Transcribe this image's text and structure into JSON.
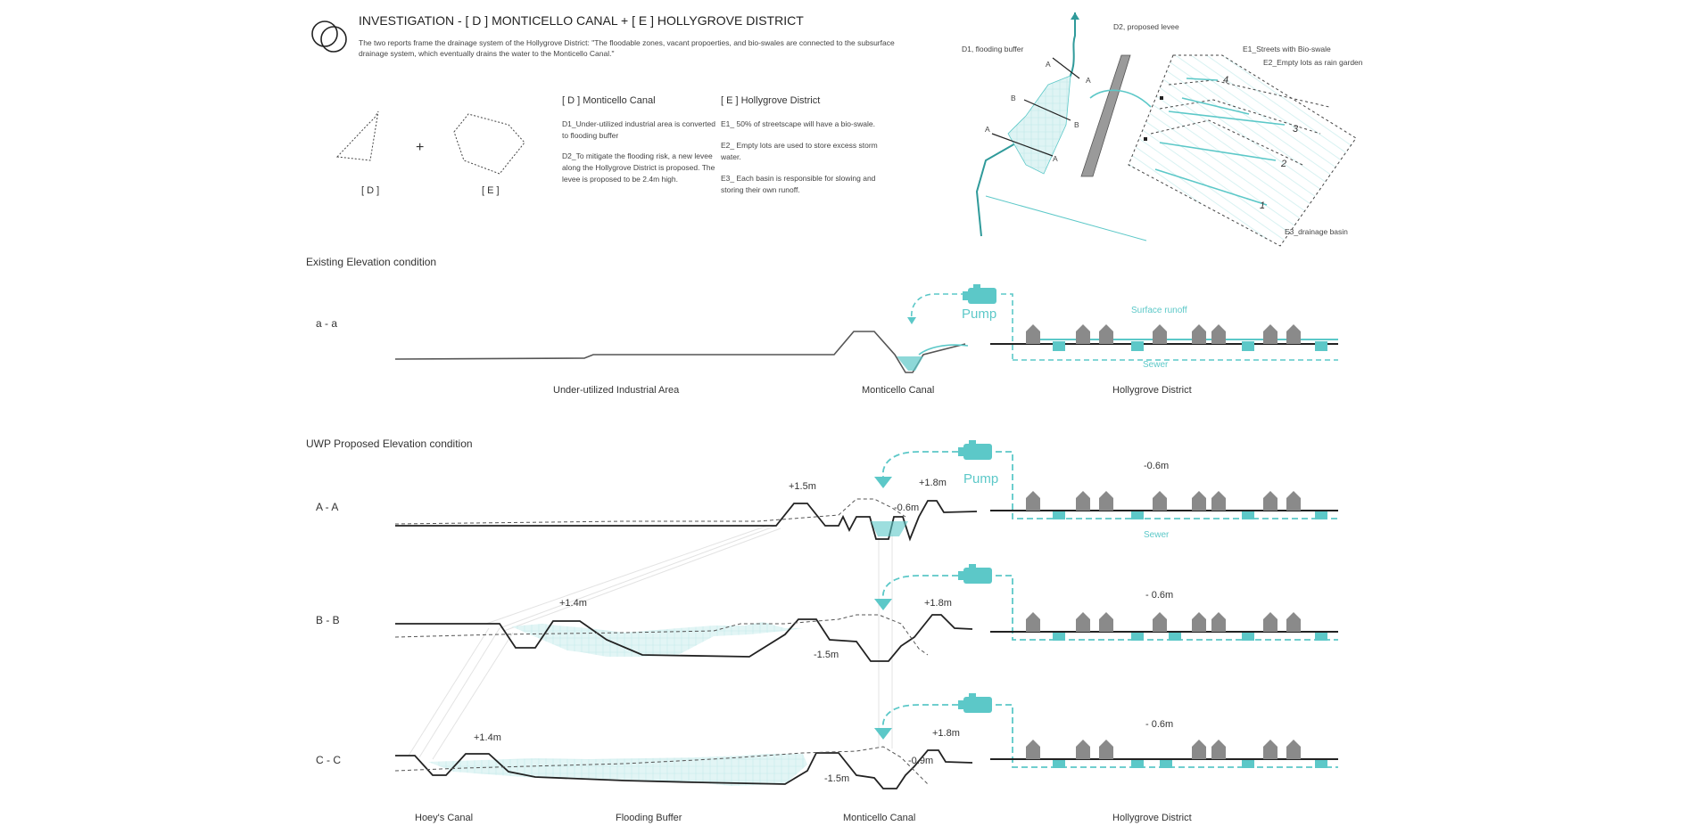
{
  "header": {
    "title": "INVESTIGATION - [ D ] MONTICELLO CANAL + [ E ] HOLLYGROVE DISTRICT",
    "intro_line1": "The two reports frame the drainage system of the Hollygrove District: \"The floodable zones, vacant propoerties, and bio-swales are connected to the subsurface",
    "intro_line2": "drainage system, which eventually drains the water to the Monticello Canal.\""
  },
  "shapes": {
    "d_label": "[ D ]",
    "plus": "+",
    "e_label": "[ E ]"
  },
  "monticello": {
    "heading": "[ D ]  Monticello Canal",
    "d1_l1": "D1_Under-utilized industrial area is converted",
    "d1_l2": "to flooding buffer",
    "d2_l1": "D2_To mitigate the flooding risk, a new levee",
    "d2_l2": "along the Hollygrove District is proposed. The",
    "d2_l3": "levee is proposed to be 2.4m high."
  },
  "hollygrove": {
    "heading": "[ E ]  Hollygrove District",
    "e1": "E1_ 50% of streetscape will have a bio-swale.",
    "e2_l1": "E2_ Empty lots are used to store excess storm",
    "e2_l2": "water.",
    "e3_l1": "E3_ Each basin is responsible for slowing and",
    "e3_l2": "storing their own runoff."
  },
  "map": {
    "d1": "D1, flooding buffer",
    "d2": "D2, proposed levee",
    "e1": "E1_Streets with Bio-swale",
    "e2": "E2_Empty lots as rain garden",
    "e3": "E3_drainage basin",
    "sec_a": "A",
    "sec_b": "B",
    "basin_1": "1",
    "basin_2": "2",
    "basin_3": "3",
    "basin_4": "4"
  },
  "existing": {
    "title": "Existing Elevation condition",
    "section": "a - a",
    "pump": "Pump",
    "surface_runoff": "Surface runoff",
    "sewer": "Sewer",
    "label_industrial": "Under-utilized Industrial Area",
    "label_canal": "Monticello Canal",
    "label_district": "Hollygrove District"
  },
  "proposed": {
    "title": "UWP Proposed Elevation condition",
    "aa": {
      "section": "A - A",
      "levee": "+1.5m",
      "canal_depth": "-0.6m",
      "right_levee": "+1.8m",
      "pump": "Pump",
      "district": "-0.6m",
      "sewer": "Sewer"
    },
    "bb": {
      "section": "B - B",
      "buffer_levee": "+1.4m",
      "canal_depth": "-1.5m",
      "right_levee": "+1.8m",
      "district": "- 0.6m"
    },
    "cc": {
      "section": "C - C",
      "buffer_levee": "+1.4m",
      "canal_depth": "-1.5m",
      "canal_depth2": "-0.9m",
      "right_levee": "+1.8m",
      "district": "- 0.6m"
    },
    "bottom_labels": {
      "hoeys": "Hoey's Canal",
      "buffer": "Flooding Buffer",
      "canal": "Monticello Canal",
      "district": "Hollygrove District"
    }
  },
  "colors": {
    "accent": "#5cc8c8",
    "house": "#8a8a8a",
    "line": "#222222"
  }
}
